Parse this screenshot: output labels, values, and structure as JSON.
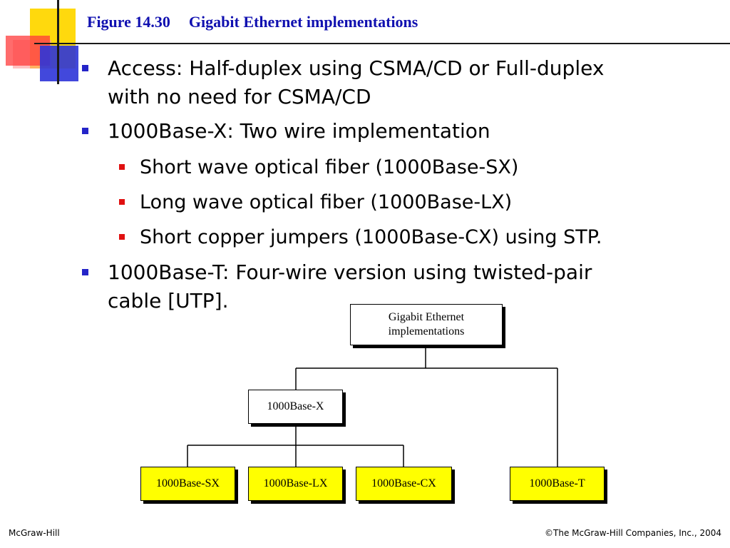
{
  "title": {
    "figure_label": "Figure 14.30",
    "text": "Gigabit Ethernet implementations"
  },
  "bullets": [
    {
      "level": 1,
      "lines": [
        "Access: Half-duplex using CSMA/CD or Full-duplex",
        "with no need for CSMA/CD"
      ]
    },
    {
      "level": 1,
      "lines": [
        "1000Base-X: Two wire implementation"
      ]
    },
    {
      "level": 2,
      "lines": [
        "Short wave optical fiber (1000Base-SX)"
      ]
    },
    {
      "level": 2,
      "lines": [
        "Long wave optical fiber (1000Base-LX)"
      ]
    },
    {
      "level": 2,
      "lines": [
        "Short copper jumpers (1000Base-CX) using STP."
      ]
    },
    {
      "level": 1,
      "lines": [
        "1000Base-T: Four-wire version using twisted-pair",
        "cable [UTP]."
      ]
    }
  ],
  "diagram": {
    "root": {
      "line1": "Gigabit Ethernet",
      "line2": "implementations"
    },
    "branch": "1000Base-X",
    "leaves": [
      "1000Base-SX",
      "1000Base-LX",
      "1000Base-CX",
      "1000Base-T"
    ],
    "colors": {
      "leaf_fill": "#ffff00",
      "node_fill": "#ffffff",
      "line": "#000000"
    }
  },
  "footer": {
    "left": "McGraw-Hill",
    "right": "©The McGraw-Hill Companies, Inc., 2004"
  },
  "colors": {
    "title": "#1010b0",
    "bullet_level1": "#2424c8",
    "bullet_level2": "#e01010"
  }
}
